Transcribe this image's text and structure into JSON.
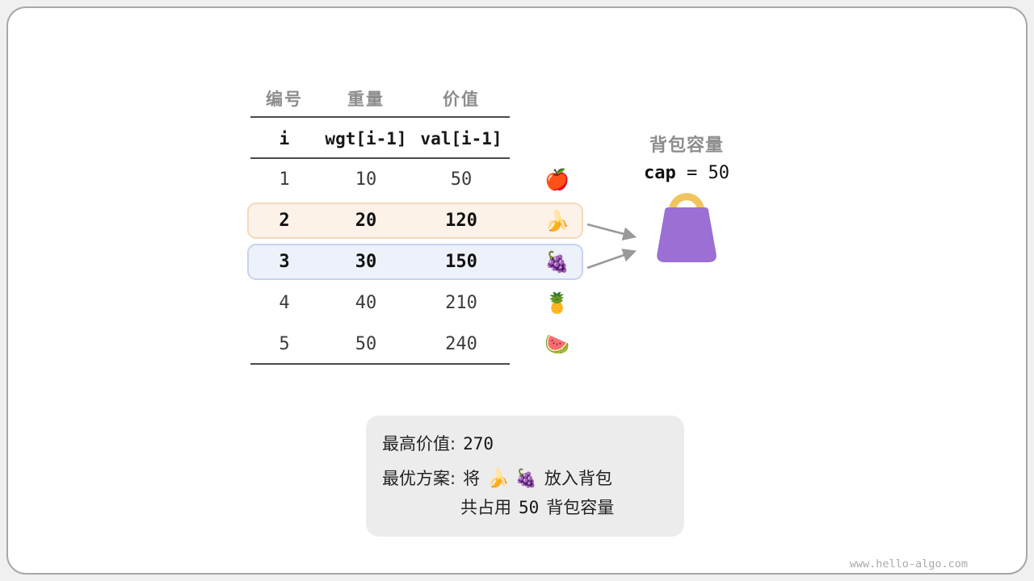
{
  "table": {
    "col_headers": [
      "编号",
      "重量",
      "价值"
    ],
    "sub_headers": [
      "i",
      "wgt[i-1]",
      "val[i-1]"
    ],
    "rows": [
      {
        "i": "1",
        "wgt": "10",
        "val": "50",
        "fruit": "🍎"
      },
      {
        "i": "2",
        "wgt": "20",
        "val": "120",
        "fruit": "🍌"
      },
      {
        "i": "3",
        "wgt": "30",
        "val": "150",
        "fruit": "🍇"
      },
      {
        "i": "4",
        "wgt": "40",
        "val": "210",
        "fruit": "🍍"
      },
      {
        "i": "5",
        "wgt": "50",
        "val": "240",
        "fruit": "🍉"
      }
    ]
  },
  "knapsack": {
    "title": "背包容量",
    "cap_var": "cap",
    "cap_op": "=",
    "cap_value": "50"
  },
  "summary": {
    "best_value_label": "最高价值:",
    "best_value": "270",
    "plan_label": "最优方案:",
    "plan_pre": "将",
    "plan_fruits": "🍌 🍇",
    "plan_post": "放入背包",
    "usage_pre": "共占用",
    "usage_value": "50",
    "usage_post": "背包容量"
  },
  "footer": {
    "url": "www.hello-algo.com"
  },
  "colors": {
    "row_banana_bg": "#fdf2e8",
    "row_banana_border": "#f2d9bd",
    "row_grape_bg": "#edf1fa",
    "row_grape_border": "#c7d3ee",
    "bag_body": "#9b6fd3",
    "bag_handle": "#f1c45f",
    "arrow": "#999999",
    "header_gray": "#8d8d8d"
  }
}
